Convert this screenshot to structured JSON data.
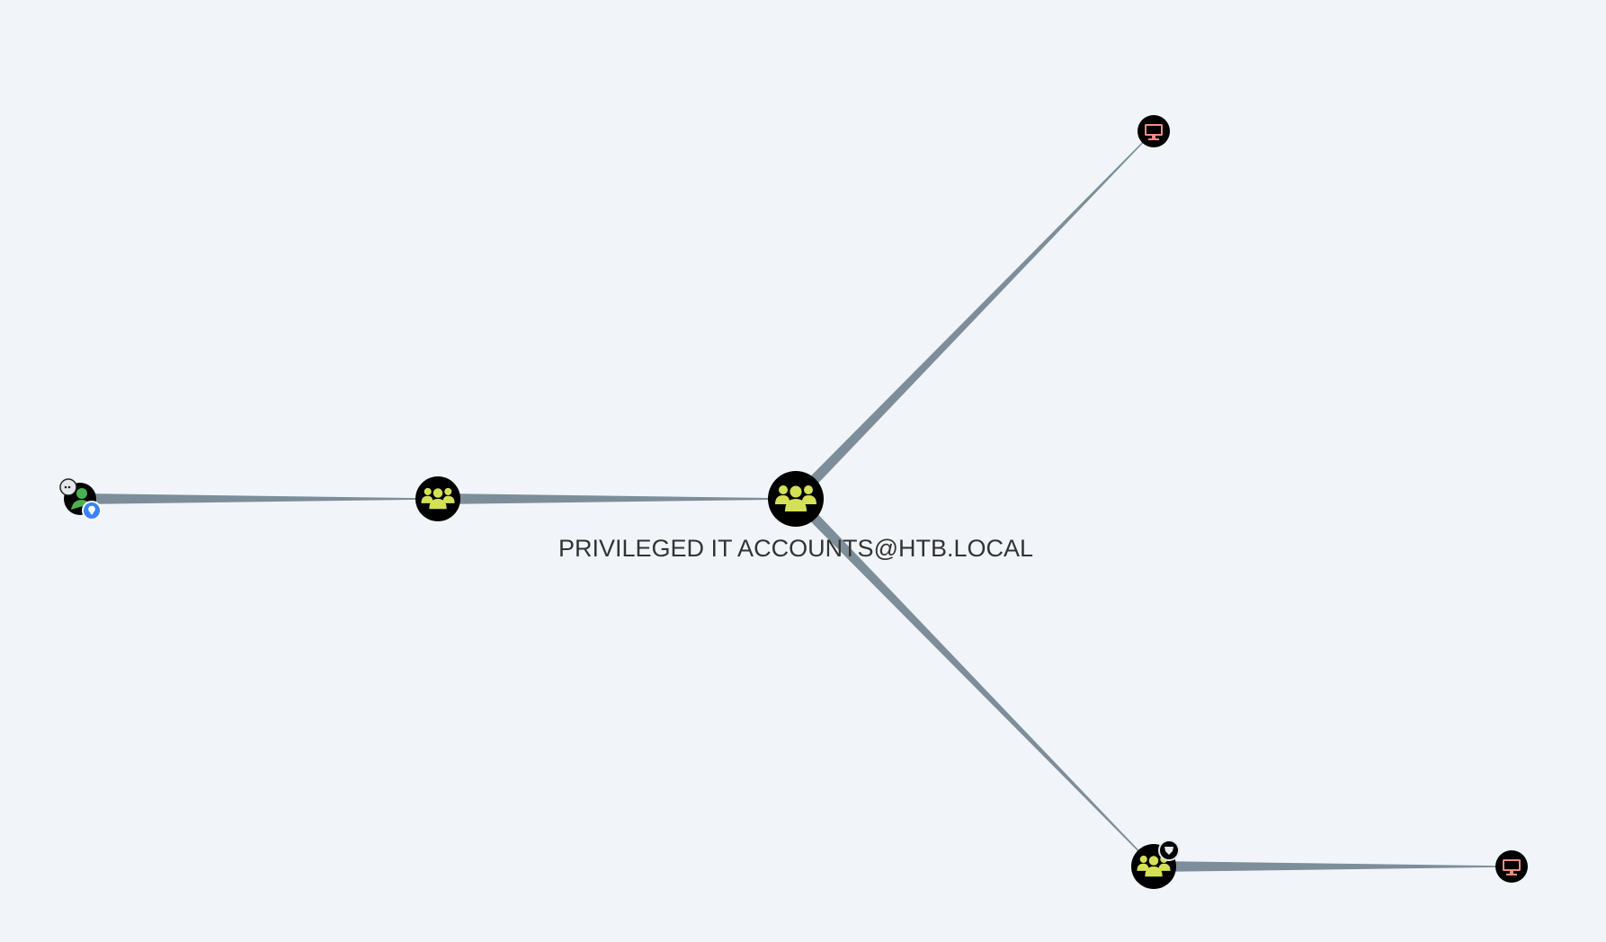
{
  "graph": {
    "colors": {
      "background": "#f1f5f9",
      "edge": "#7d8e9a",
      "node_fill": "#000000",
      "group_icon": "#d4e157",
      "computer_icon": "#f28b82",
      "user_icon": "#4caf50",
      "badge_blue": "#3b82f6",
      "badge_grey": "#e5e7eb",
      "label_text": "#333333"
    },
    "nodes": [
      {
        "id": "user-node",
        "type": "user",
        "label": "",
        "badges": [
          "chat-badge",
          "location-badge"
        ]
      },
      {
        "id": "group-node-left",
        "type": "group",
        "label": "",
        "badges": []
      },
      {
        "id": "group-node-center",
        "type": "group",
        "label": "PRIVILEGED IT ACCOUNTS@HTB.LOCAL",
        "badges": []
      },
      {
        "id": "computer-node-top",
        "type": "computer",
        "label": "",
        "badges": []
      },
      {
        "id": "group-node-bottom",
        "type": "group",
        "label": "",
        "badges": [
          "shield-badge"
        ]
      },
      {
        "id": "computer-node-bottom",
        "type": "computer",
        "label": "",
        "badges": []
      }
    ],
    "edges": [
      {
        "from": "user-node",
        "to": "group-node-left"
      },
      {
        "from": "group-node-left",
        "to": "group-node-center"
      },
      {
        "from": "group-node-center",
        "to": "computer-node-top"
      },
      {
        "from": "group-node-center",
        "to": "group-node-bottom"
      },
      {
        "from": "group-node-bottom",
        "to": "computer-node-bottom"
      }
    ]
  }
}
